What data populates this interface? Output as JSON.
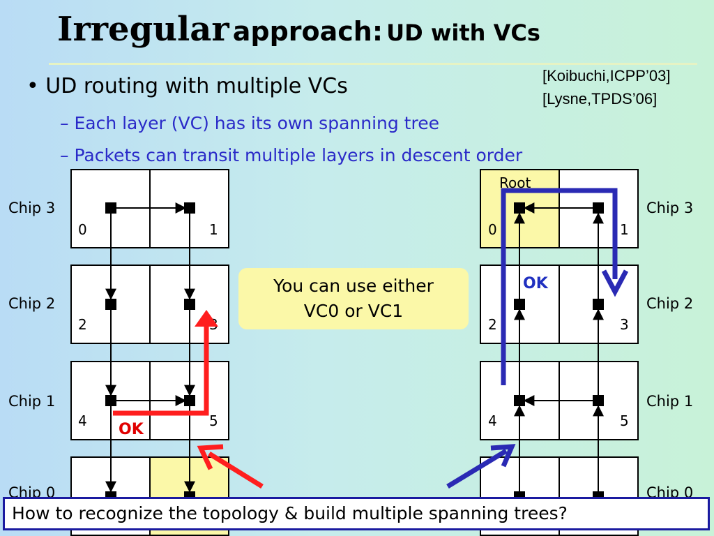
{
  "title": {
    "part1": "Irregular",
    "part2": "approach:",
    "part3": "UD with VCs"
  },
  "references": [
    "[Koibuchi,ICPP’03]",
    "[Lysne,TPDS’06]"
  ],
  "bullet": "UD routing with multiple VCs",
  "subpoints": [
    "Each layer (VC) has its own spanning tree",
    "Packets can transit multiple layers in descent order"
  ],
  "left_chips": [
    "Chip 3",
    "Chip 2",
    "Chip 1",
    "Chip 0"
  ],
  "right_chips": [
    "Chip 3",
    "Chip 2",
    "Chip 1",
    "Chip 0"
  ],
  "node_numbers": [
    "0",
    "1",
    "2",
    "3",
    "4",
    "5"
  ],
  "root_label": "Root",
  "callout": {
    "line1": "You can use either",
    "line2": "VC0 or VC1"
  },
  "ok_labels": {
    "left": "OK",
    "right": "OK"
  },
  "question": "How to recognize the topology & build multiple spanning trees?",
  "colors": {
    "red_path": "#ff1e1e",
    "blue_path": "#2a2ab4",
    "highlight": "#fbf8a8"
  }
}
